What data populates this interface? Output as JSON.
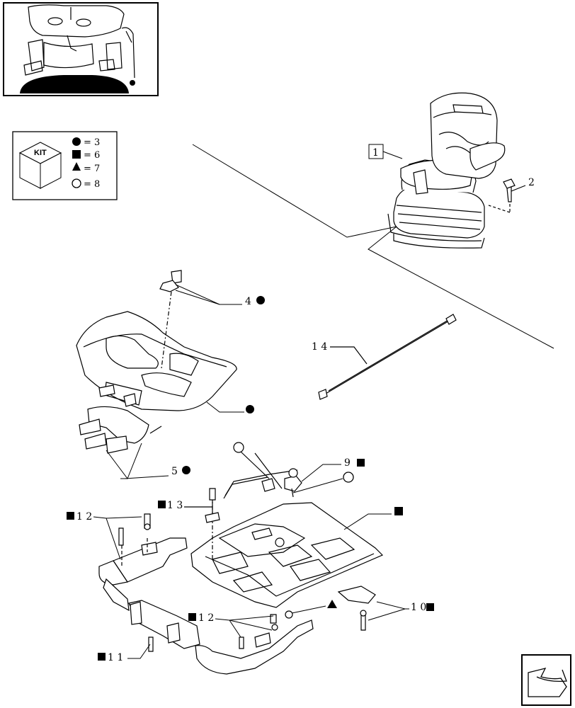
{
  "kit": {
    "title": "KIT",
    "legend": [
      {
        "symbol": "circle-filled",
        "text": "= 3"
      },
      {
        "symbol": "square-filled",
        "text": "= 6"
      },
      {
        "symbol": "triangle-filled",
        "text": "= 7"
      },
      {
        "symbol": "circle-open",
        "text": "= 8"
      }
    ]
  },
  "callouts": {
    "c1": "1",
    "c2": "2",
    "c4": "4",
    "c5": "5",
    "c9": "9",
    "c10": "1 0",
    "c11": "1 1",
    "c12a": "1 2",
    "c12b": "1 2",
    "c13": "1 3",
    "c14": "1 4"
  },
  "icons": {
    "nav": "next-page-arrow-icon",
    "thumbnail": "tractor-cab-thumbnail"
  }
}
